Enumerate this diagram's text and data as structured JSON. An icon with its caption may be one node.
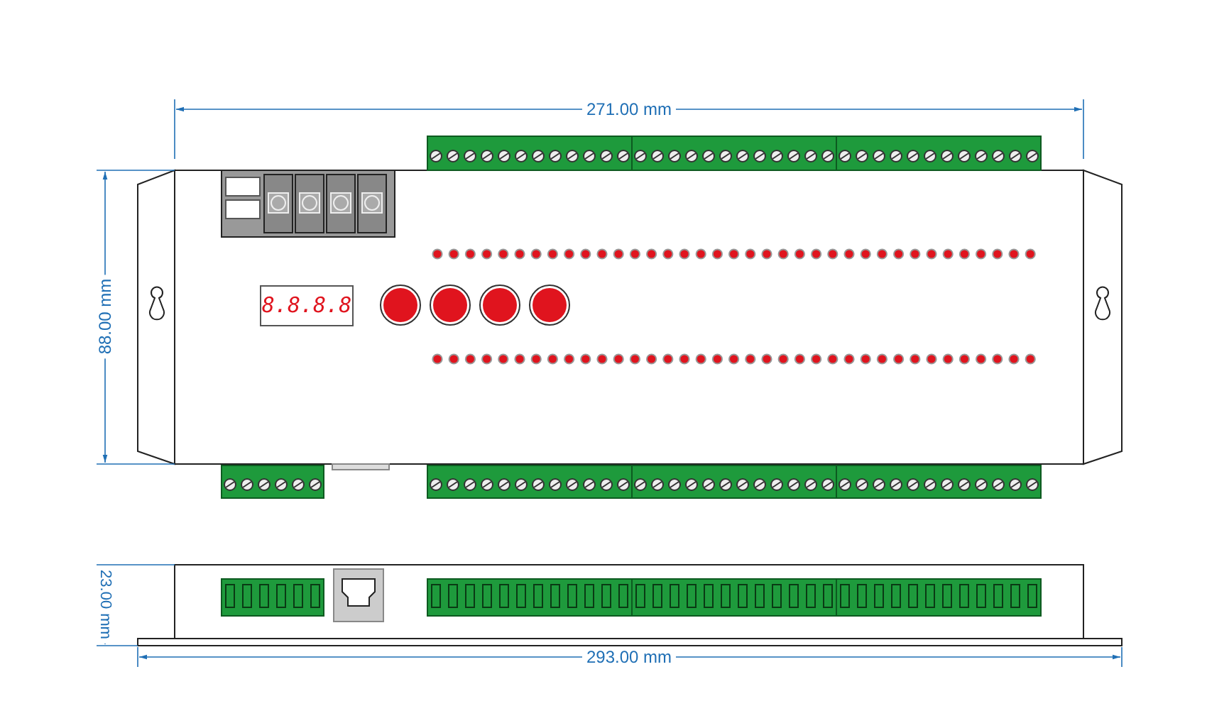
{
  "diagram": {
    "labels": [
      "271.00 mm",
      "88.00 mm",
      "8.8.8.8",
      "23.00 mm",
      "293.00 mm"
    ]
  }
}
